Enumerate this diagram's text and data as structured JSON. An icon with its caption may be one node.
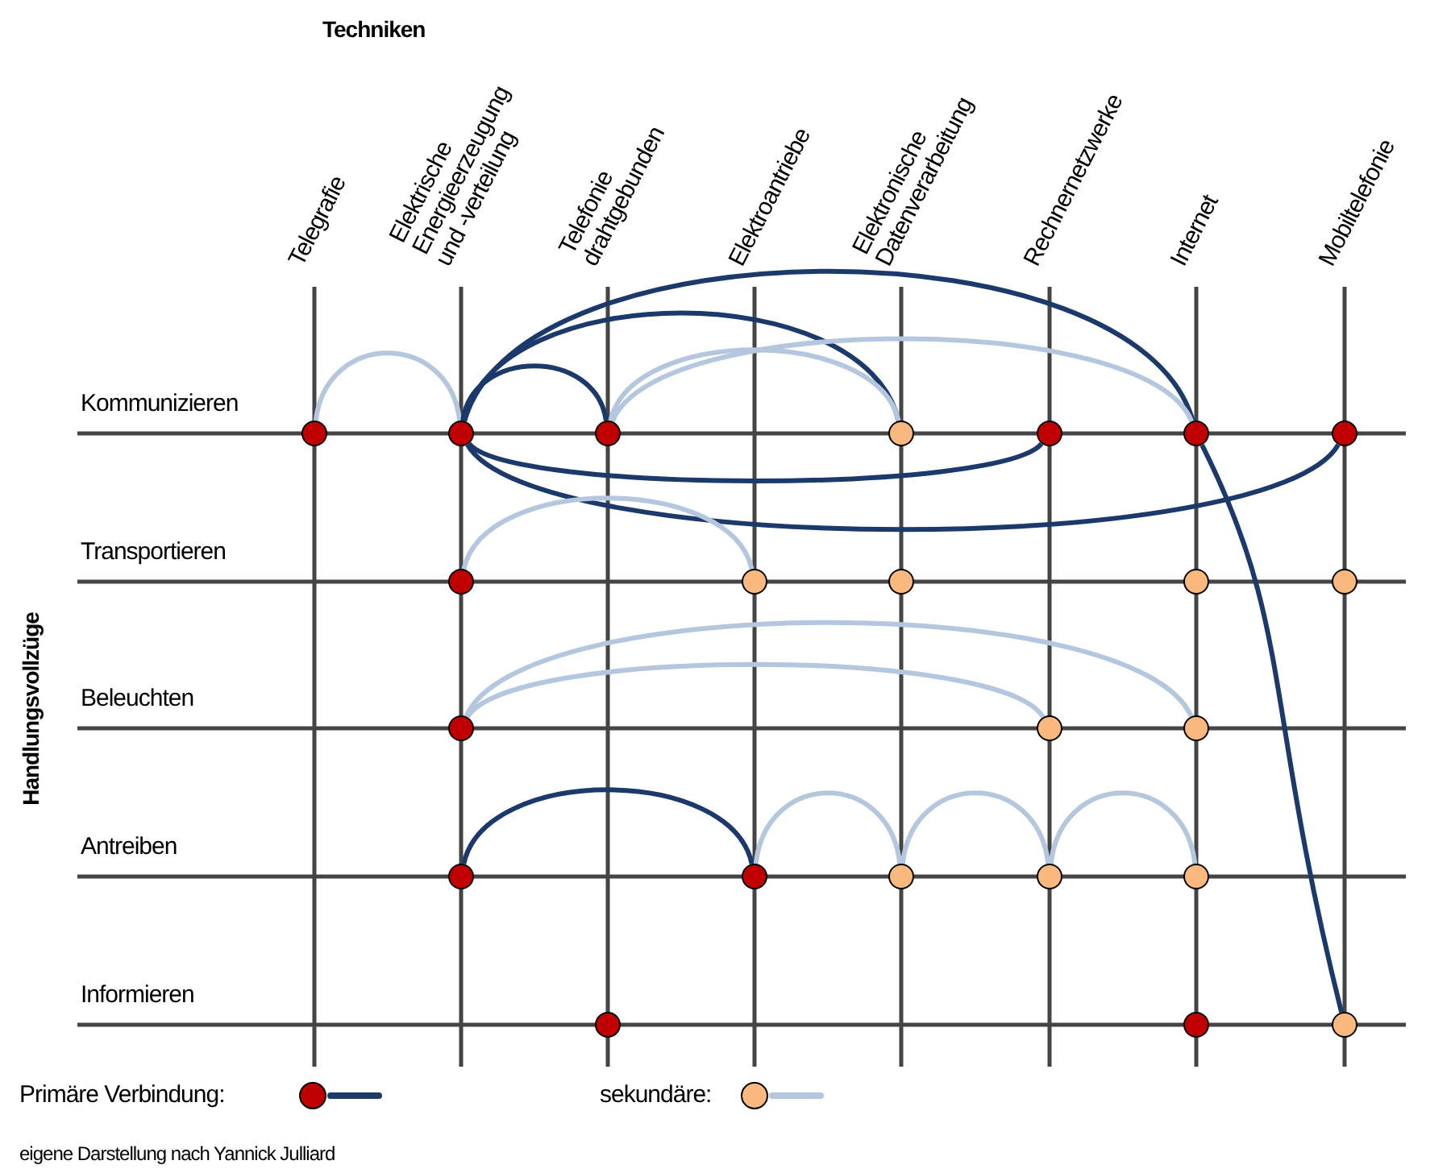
{
  "diagram": {
    "caption": "eigene Darstellung nach Yannick Julliard",
    "nodes": [
      {
        "text": [],
        "shape": "circle"
      },
      {
        "text": [],
        "shape": "circle"
      },
      {
        "text": [],
        "shape": "circle"
      },
      {
        "text": [],
        "shape": "circle"
      },
      {
        "text": [],
        "shape": "circle"
      },
      {
        "text": [],
        "shape": "circle"
      },
      {
        "text": [],
        "shape": "circle"
      },
      {
        "text": [],
        "shape": "circle"
      },
      {
        "text": [],
        "shape": "circle"
      },
      {
        "text": [],
        "shape": "circle"
      },
      {
        "text": [],
        "shape": "circle"
      },
      {
        "text": [],
        "shape": "circle"
      },
      {
        "text": [],
        "shape": "circle"
      },
      {
        "text": [],
        "shape": "circle"
      },
      {
        "text": [],
        "shape": "circle"
      },
      {
        "text": [],
        "shape": "circle"
      },
      {
        "text": [],
        "shape": "circle"
      },
      {
        "text": [],
        "shape": "circle"
      },
      {
        "text": [],
        "shape": "circle"
      },
      {
        "text": [],
        "shape": "circle"
      },
      {
        "text": [],
        "shape": "circle"
      },
      {
        "text": [],
        "shape": "circle"
      },
      {
        "text": [],
        "shape": "circle"
      }
    ],
    "edges": [
      {
        "from": 0,
        "to": 1,
        "arrow": "none"
      },
      {
        "from": 1,
        "to": 2,
        "arrow": "none",
        "color": "#1b3a6b"
      },
      {
        "from": 1,
        "to": 3,
        "arrow": "none",
        "color": "#1b3a6b"
      },
      {
        "from": 1,
        "to": 5,
        "arrow": "none",
        "color": "#1b3a6b"
      },
      {
        "from": 1,
        "to": 4,
        "arrow": "none",
        "color": "#1b3a6b"
      },
      {
        "from": 1,
        "to": 6,
        "arrow": "none",
        "color": "#1b3a6b"
      },
      {
        "from": 2,
        "to": 3,
        "arrow": "none"
      },
      {
        "from": 2,
        "to": 5,
        "arrow": "none"
      },
      {
        "from": 5,
        "to": 22,
        "arrow": "none",
        "color": "#1b3a6b"
      },
      {
        "from": 7,
        "to": 8,
        "arrow": "none"
      },
      {
        "from": 12,
        "to": 13,
        "arrow": "none"
      },
      {
        "from": 12,
        "to": 14,
        "arrow": "none"
      },
      {
        "from": 15,
        "to": 16,
        "arrow": "none",
        "color": "#1b3a6b"
      },
      {
        "from": 16,
        "to": 17,
        "arrow": "none"
      },
      {
        "from": 17,
        "to": 18,
        "arrow": "none"
      },
      {
        "from": 18,
        "to": 19,
        "arrow": "none"
      }
    ],
    "labels": [
      "Techniken",
      "Telegrafie",
      "Elektrische Energieerzeugung und -verteilung",
      "Telefonie drahtgebunden",
      "Elektroantriebe",
      "Elektronische Datenverarbeitung",
      "Rechnernetzwerke",
      "Internet",
      "Mobiltelefonie",
      "Handlungsvollzüge",
      "Kommunizieren",
      "Transportieren",
      "Beleuchten",
      "Antreiben",
      "Informieren"
    ],
    "legend": [
      {
        "text": "Primäre Verbindung:"
      },
      {
        "text": "sekundäre:"
      }
    ]
  }
}
